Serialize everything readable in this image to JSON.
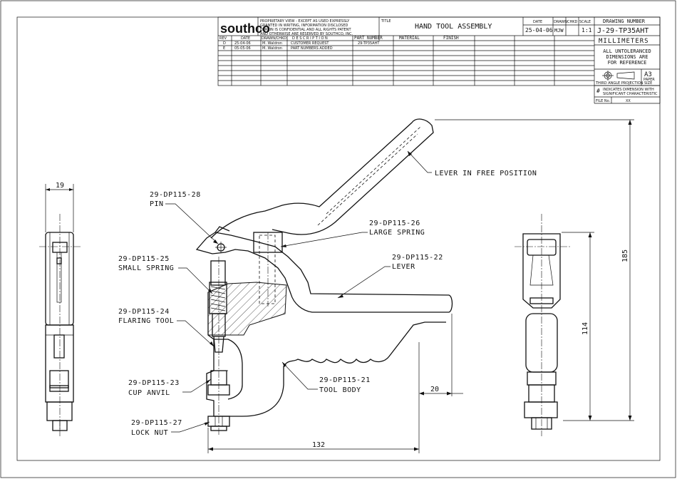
{
  "logo": "southco",
  "proprietary_note": [
    "PROPRIETARY VIEW - EXCEPT AS USED EXPRESSLY",
    "GRANTED IN WRITING, INFORMATION DISCLOSED",
    "HEREIN IS CONFIDENTIAL AND ALL RIGHTS PATENT",
    "AND OTHERWISE ARE RESERVED BY SOUTHCO, INC."
  ],
  "title_block": {
    "title_caption": "TITLE",
    "title": "HAND TOOL ASSEMBLY",
    "date_caption": "DATE",
    "date": "25-04-06",
    "drawn_caption": "DRAWN",
    "drawn": "MJW",
    "chkd_caption": "CHKD",
    "scale_caption": "SCALE",
    "scale": "1:1",
    "drawing_number_caption": "DRAWING NUMBER",
    "drawing_number": "J-29-TP35AHT",
    "units": "MILLIMETERS",
    "tolerance_note": [
      "ALL UNTOLERANCED",
      "DIMENSIONS ARE",
      "FOR REFERENCE"
    ],
    "projection_note": "THIRD ANGLE PROJECTION",
    "paper_size": "A3",
    "paper_size_caption": [
      "PAPER",
      "SIZE"
    ],
    "dimension_note_symbol": "#",
    "dimension_note": [
      "INDICATES DIMENSION WITH",
      "SIGNIFICANT CHARACTERISTIC"
    ],
    "file_caption": "FILE No.",
    "file_value": "XX"
  },
  "revision_table": {
    "headers": [
      "REV",
      "DATE",
      "DRAWN/CHKD",
      "D E S C R I P T I O N",
      "PART NUMBER",
      "MATERIAL",
      "FINISH"
    ],
    "rows": [
      [
        "D",
        "25-04-06",
        "M. Waldron",
        "CUSTOMER REQUEST",
        "29-TP35AHT",
        "",
        ""
      ],
      [
        "E",
        "05-05-06",
        "M. Waldron",
        "PART NUMBERS ADDED",
        "",
        "",
        ""
      ]
    ]
  },
  "callouts": {
    "pin": [
      "29-DP115-28",
      "PIN"
    ],
    "large_spring": [
      "29-DP115-26",
      "LARGE SPRING"
    ],
    "small_spring": [
      "29-DP115-25",
      "SMALL SPRING"
    ],
    "lever": [
      "29-DP115-22",
      "LEVER"
    ],
    "flaring_tool": [
      "29-DP115-24",
      "FLARING TOOL"
    ],
    "tool_body": [
      "29-DP115-21",
      "TOOL BODY"
    ],
    "cup_anvil": [
      "29-DP115-23",
      "CUP ANVIL"
    ],
    "lock_nut": [
      "29-DP115-27",
      "LOCK NUT"
    ],
    "lever_free": "LEVER IN FREE POSITION"
  },
  "dimensions": {
    "width_left_view": "19",
    "overall_length": "132",
    "throat": "20",
    "height_total": "185",
    "height_body": "114"
  }
}
